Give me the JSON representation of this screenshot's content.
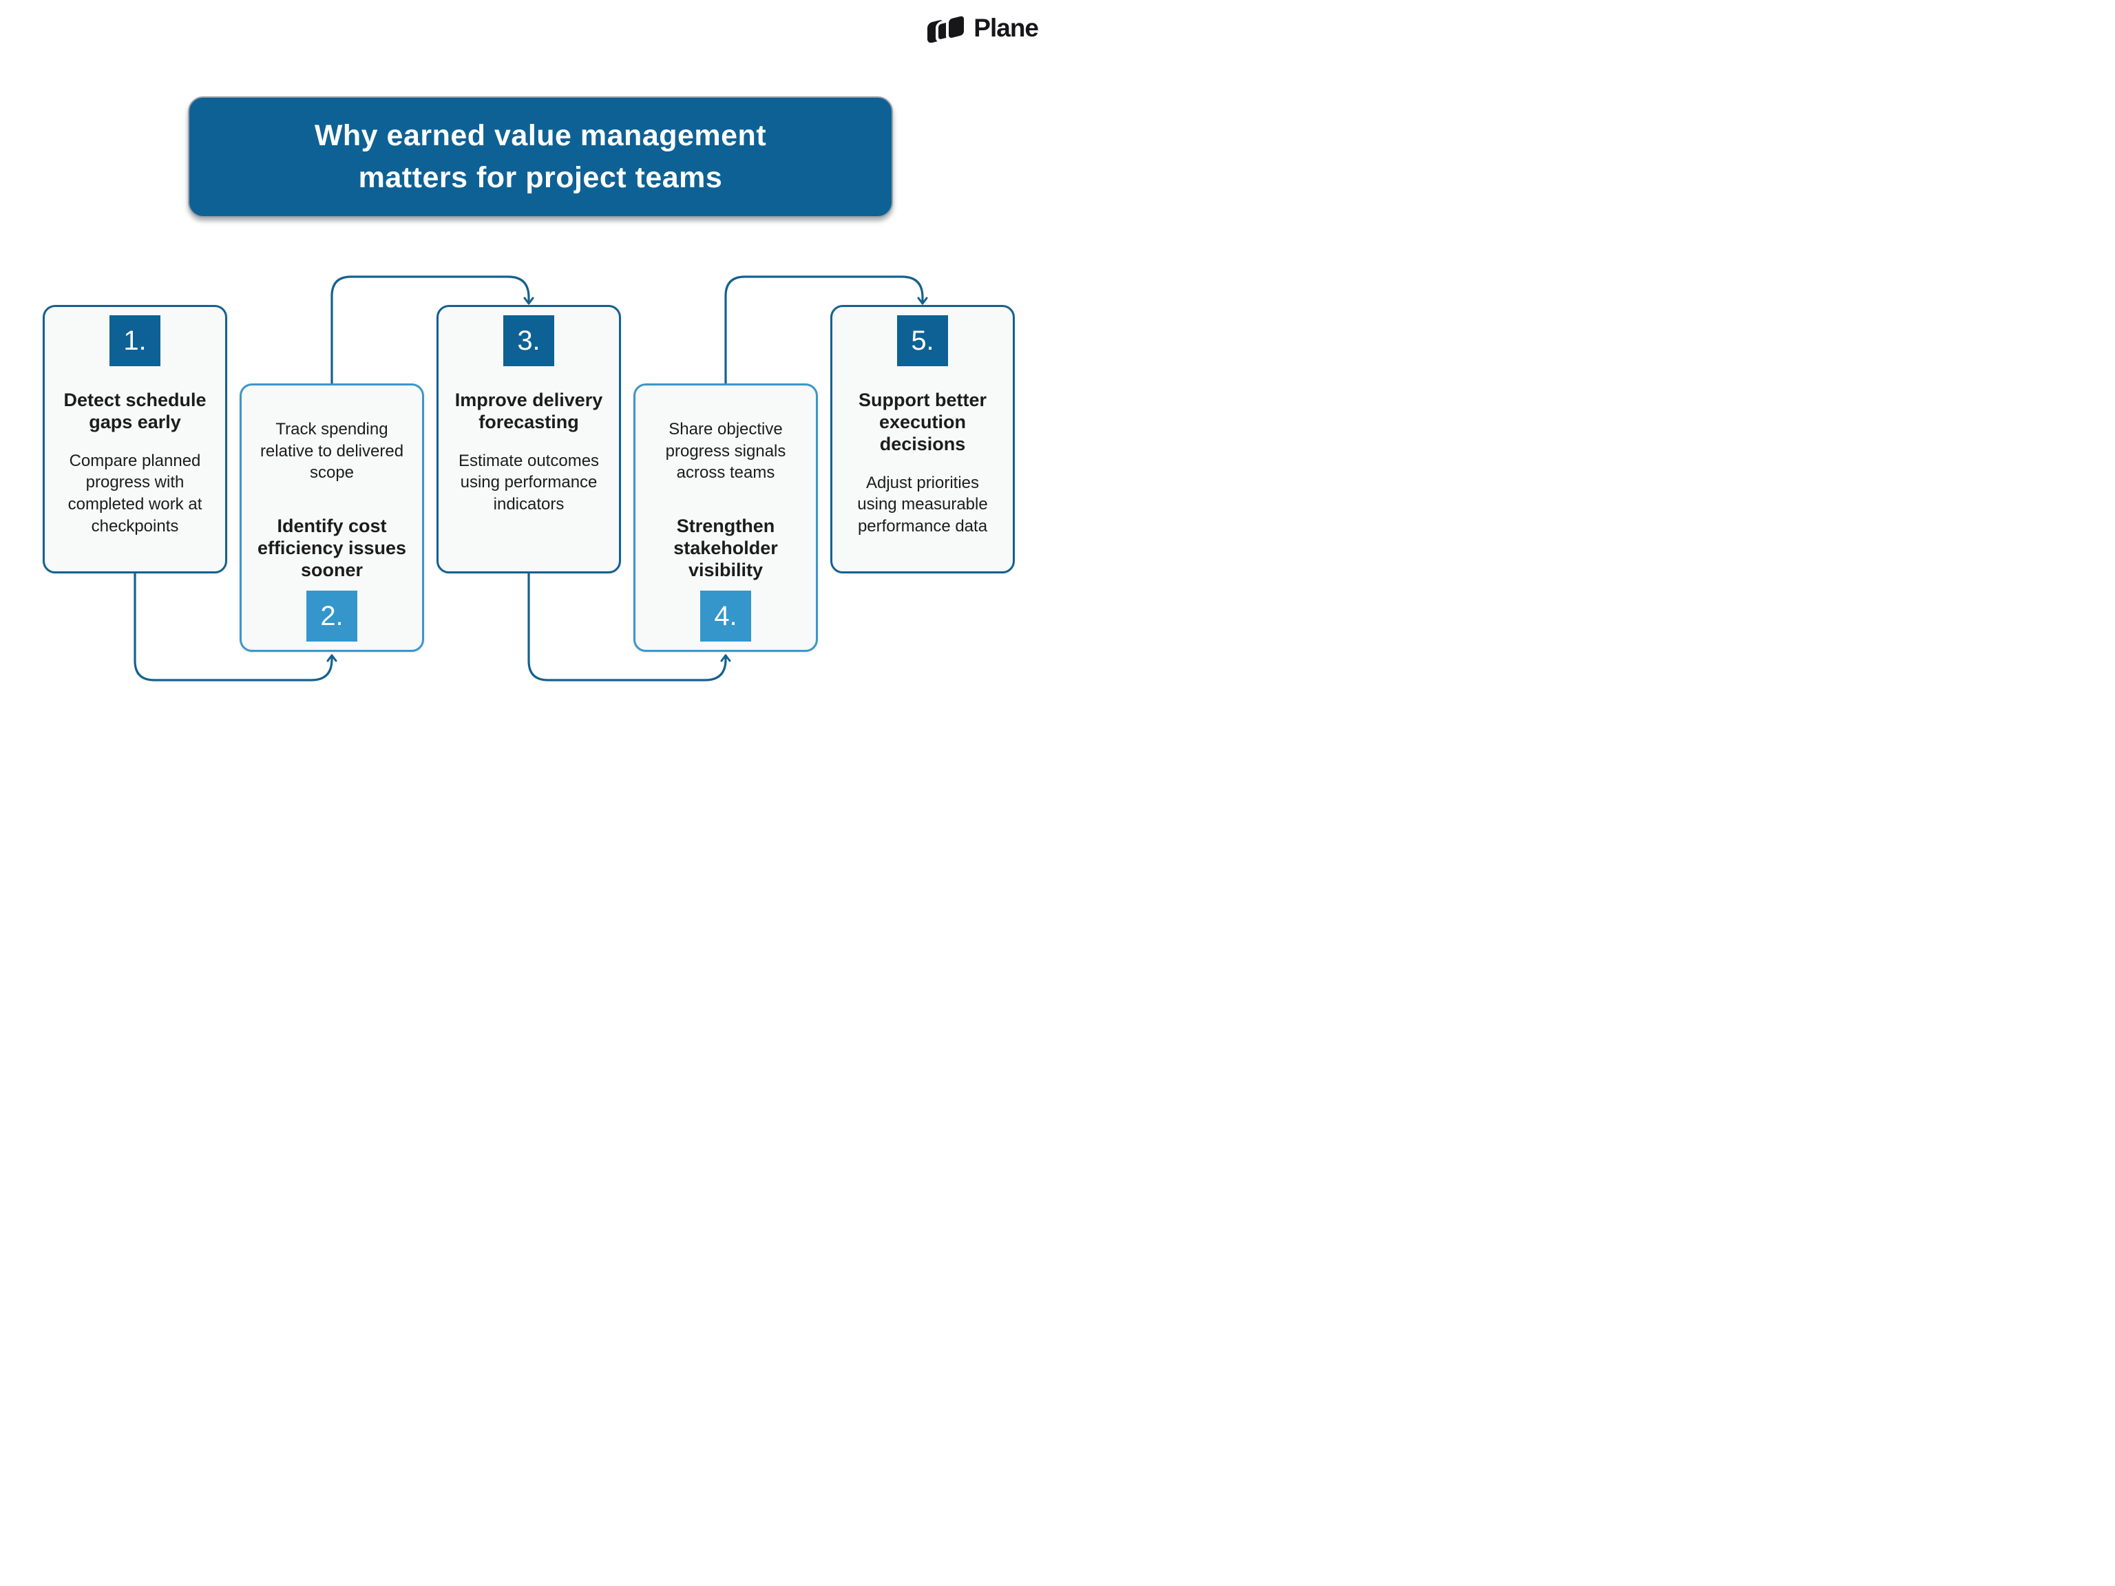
{
  "logo": {
    "text": "Plane",
    "icon": "plane-layers-logo"
  },
  "title": {
    "text": "Why earned value management matters for project teams"
  },
  "colors": {
    "dark_blue": "#0e6194",
    "light_blue": "#3596cb",
    "card_border_dark": "#14618f",
    "card_border_light": "#3b97c8",
    "card_background": "#f8f9f9",
    "connector": "#14618f",
    "text": "#1c1c1c",
    "title_text": "#ffffff",
    "logo_text": "#17171a"
  },
  "cards": [
    {
      "number": "1.",
      "heading": "Detect schedule gaps early",
      "body": "Compare planned progress with completed work at checkpoints",
      "badge_position": "top",
      "accent": "dark"
    },
    {
      "number": "2.",
      "heading": "Identify cost efficiency issues sooner",
      "body": "Track spending relative to delivered scope",
      "badge_position": "bottom",
      "accent": "light"
    },
    {
      "number": "3.",
      "heading": "Improve delivery forecasting",
      "body": "Estimate outcomes using performance indicators",
      "badge_position": "top",
      "accent": "dark"
    },
    {
      "number": "4.",
      "heading": "Strengthen stakeholder visibility",
      "body": "Share objective progress signals across teams",
      "badge_position": "bottom",
      "accent": "light"
    },
    {
      "number": "5.",
      "heading": "Support better execution decisions",
      "body": "Adjust priorities using measurable performance data",
      "badge_position": "top",
      "accent": "dark"
    }
  ]
}
